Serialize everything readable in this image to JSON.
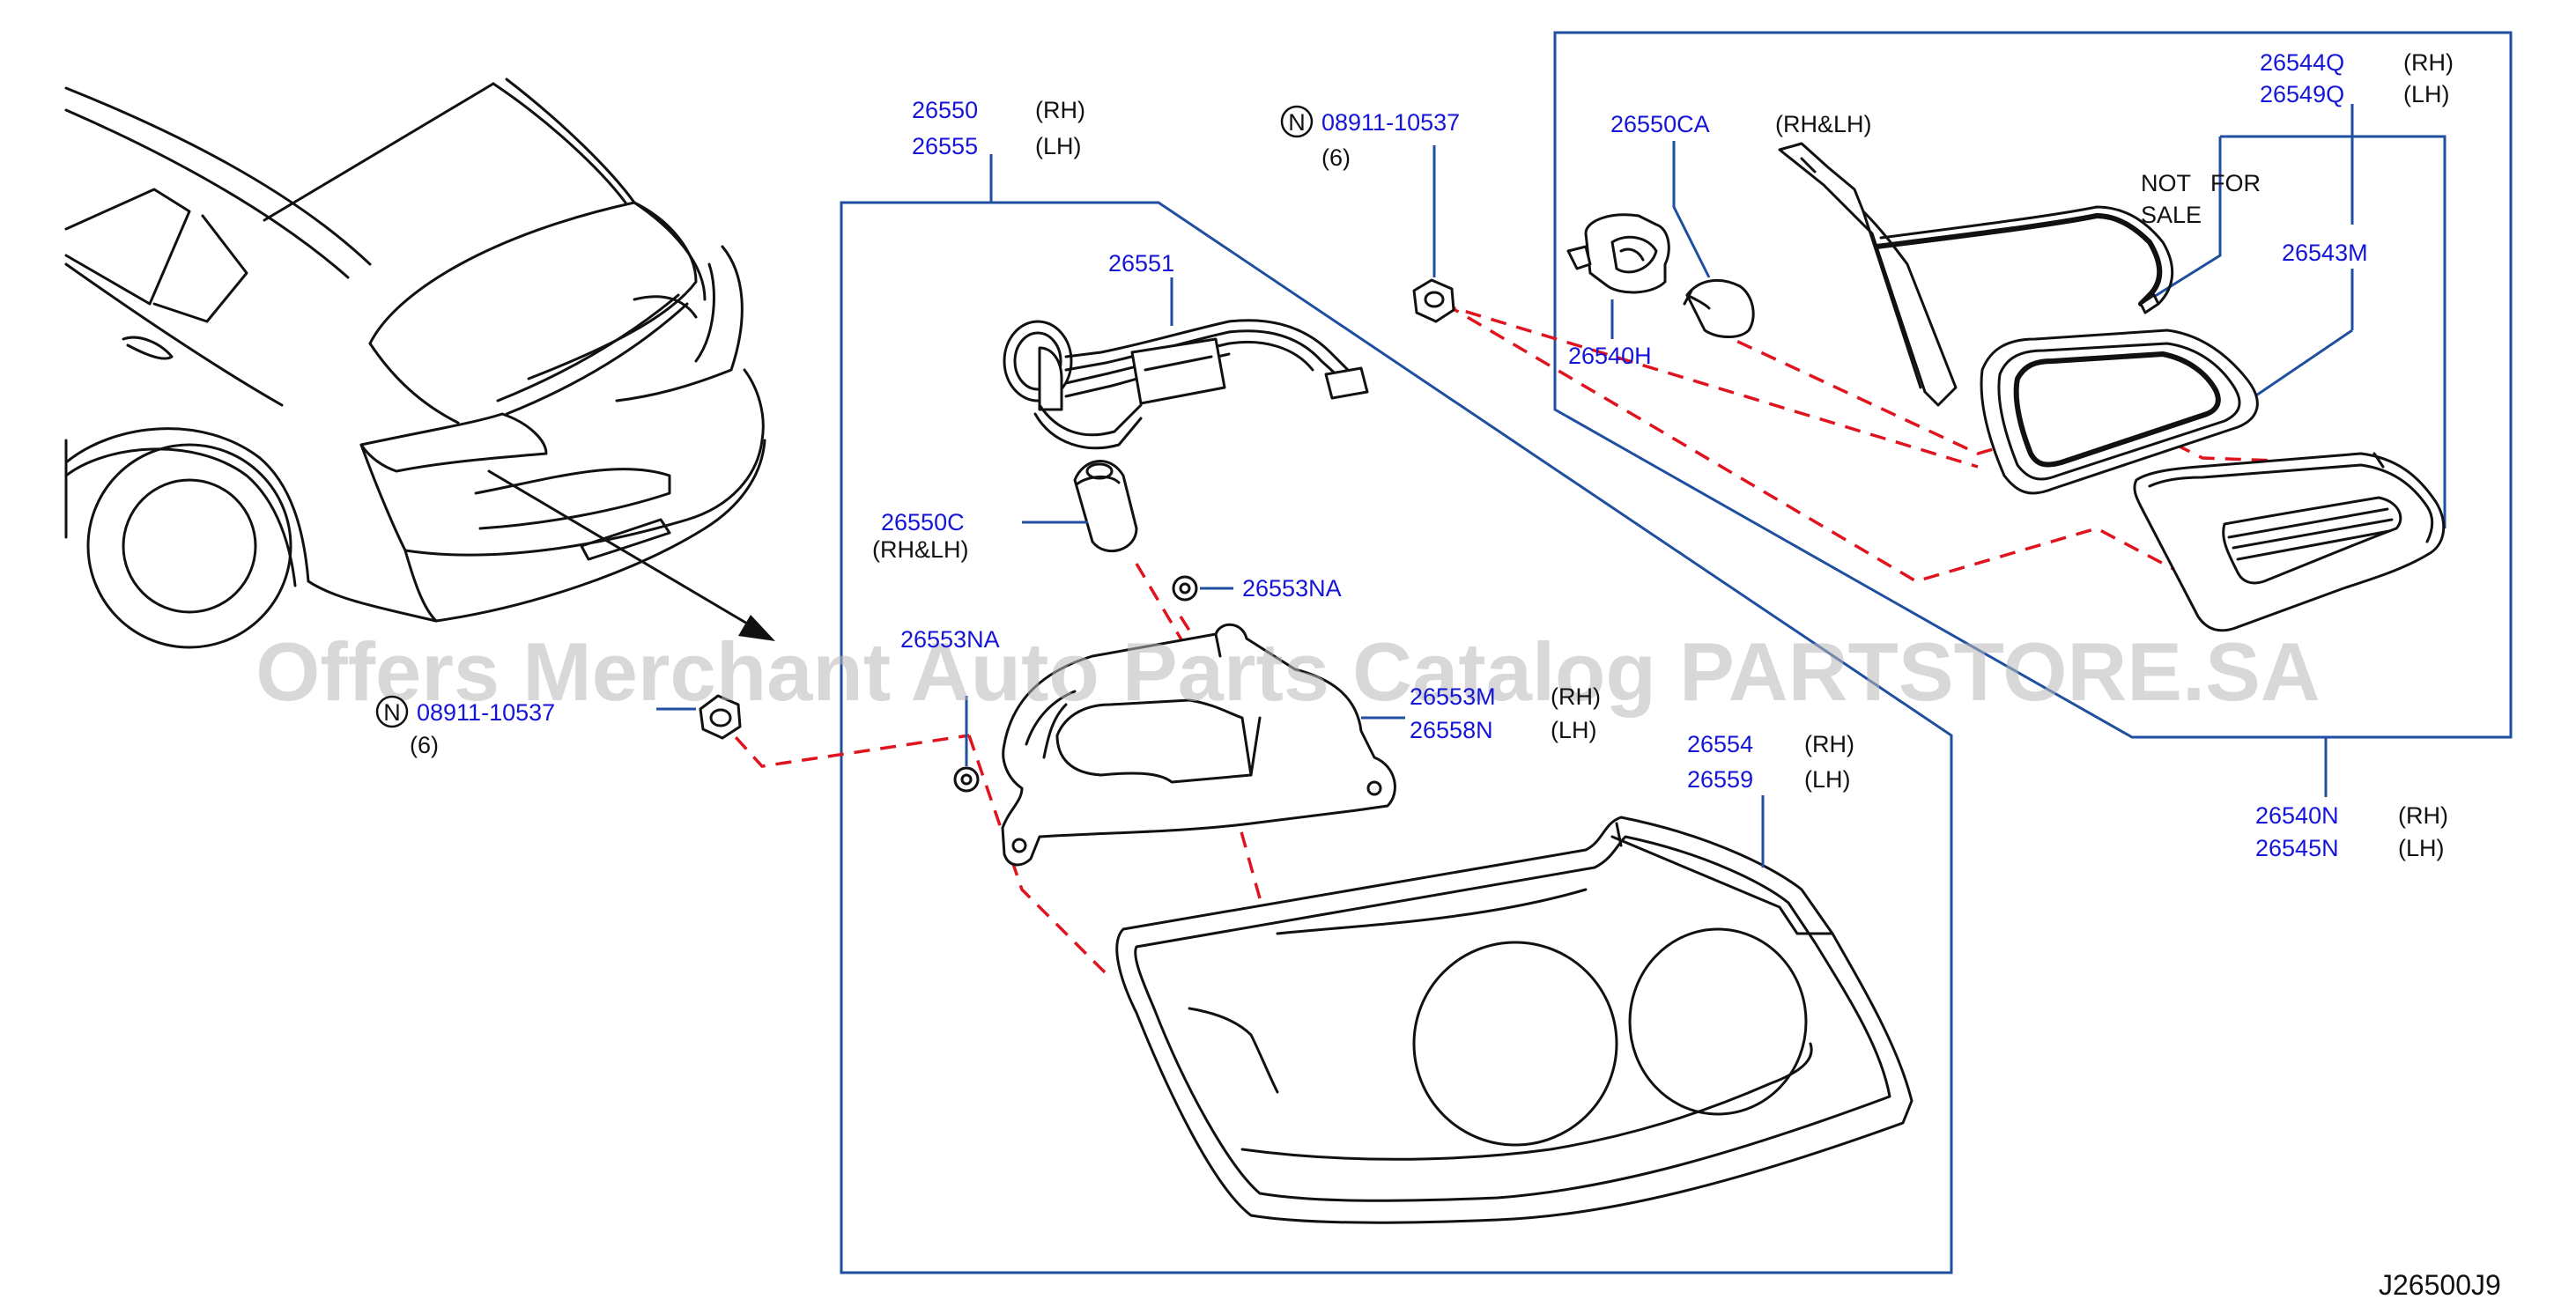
{
  "labels": {
    "p26550": "26550",
    "p26550_q": "(RH)",
    "p26555": "26555",
    "p26555_q": "(LH)",
    "nut_top_n": "N",
    "nut_top_pn": "08911-10537",
    "nut_top_qty": "(6)",
    "p26551": "26551",
    "p26550C": "26550C",
    "p26550C_q": "(RH&LH)",
    "p26553NA_a": "26553NA",
    "p26553NA_b": "26553NA",
    "nut_left_n": "N",
    "nut_left_pn": "08911-10537",
    "nut_left_qty": "(6)",
    "p26553M": "26553M",
    "p26553M_q": "(RH)",
    "p26558N": "26558N",
    "p26558N_q": "(LH)",
    "p26554": "26554",
    "p26554_q": "(RH)",
    "p26559": "26559",
    "p26559_q": "(LH)",
    "p26550CA": "26550CA",
    "p26550CA_q": "(RH&LH)",
    "p26540H": "26540H",
    "p26544Q": "26544Q",
    "p26544Q_q": "(RH)",
    "p26549Q": "26549Q",
    "p26549Q_q": "(LH)",
    "not_for_line1": "NOT   FOR",
    "not_for_line2": "SALE",
    "p26543M": "26543M",
    "p26540N": "26540N",
    "p26540N_q": "(RH)",
    "p26545N": "26545N",
    "p26545N_q": "(LH)"
  },
  "watermark": "Offers Merchant Auto Parts Catalog PARTSTORE.SA",
  "diagram_code": "J26500J9",
  "colors": {
    "part_number": "#1515d8",
    "leader_box": "#1f4fa0",
    "dashed_guide": "#e0141e",
    "outline": "#111111",
    "watermark": "#b8b8b8"
  }
}
